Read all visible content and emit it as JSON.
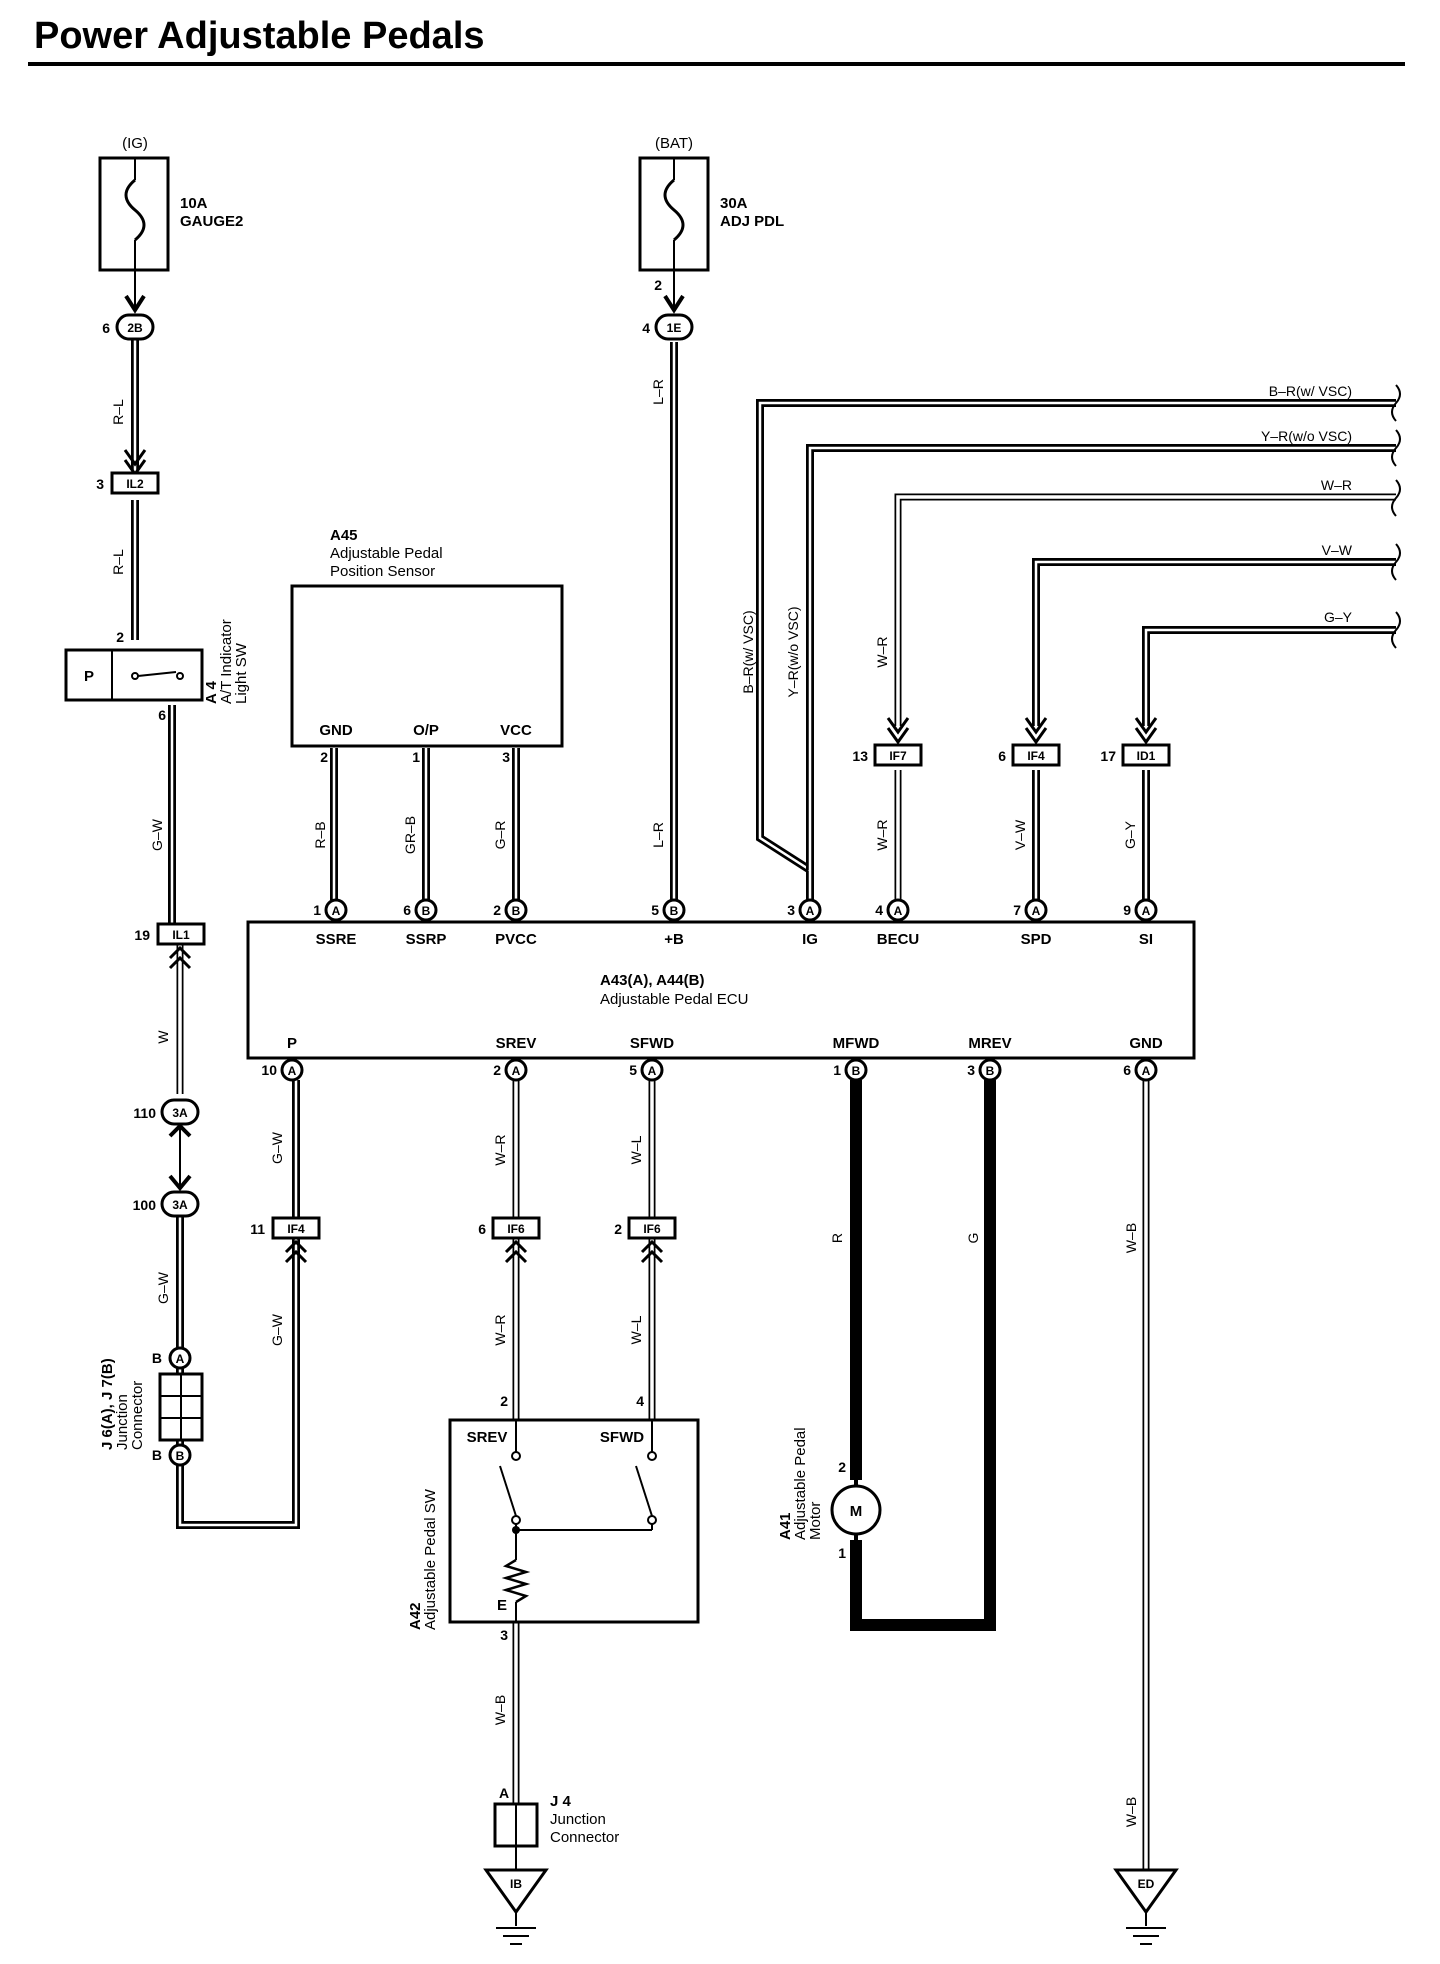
{
  "title": "Power Adjustable Pedals",
  "sources": {
    "ig": {
      "label": "(IG)",
      "rating": "10A",
      "name": "GAUGE2"
    },
    "bat": {
      "label": "(BAT)",
      "rating": "30A",
      "name": "ADJ PDL"
    }
  },
  "fuse_pins": {
    "ig_out": "6",
    "bat_top": "2",
    "bat_out": "4"
  },
  "connectors": {
    "c2b": "2B",
    "c1e": "1E",
    "c3a": "3A",
    "il2": "IL2",
    "il1": "IL1",
    "if4": "IF4",
    "if6": "IF6",
    "if7": "IF7",
    "id1": "ID1"
  },
  "right_wires": [
    {
      "label": "B–R(w/ VSC)"
    },
    {
      "label": "Y–R(w/o VSC)"
    },
    {
      "label": "W–R"
    },
    {
      "label": "V–W"
    },
    {
      "label": "G–Y"
    }
  ],
  "components": {
    "a45": {
      "ref": "A45",
      "name_line1": "Adjustable Pedal",
      "name_line2": "Position Sensor",
      "pins": [
        "GND",
        "O/P",
        "VCC"
      ]
    },
    "a4": {
      "ref": "A 4",
      "name_line1": "A/T Indicator",
      "name_line2": "Light SW",
      "switch_label": "P"
    },
    "ecu": {
      "ref": "A43(A), A44(B)",
      "name": "Adjustable Pedal ECU",
      "top_pins": [
        "SSRE",
        "SSRP",
        "PVCC",
        "+B",
        "IG",
        "BECU",
        "SPD",
        "SI"
      ],
      "bottom_pins": [
        "P",
        "SREV",
        "SFWD",
        "MFWD",
        "MREV",
        "GND"
      ]
    },
    "j6j7": {
      "ref": "J 6(A), J 7(B)",
      "name_line1": "Junction",
      "name_line2": "Connector"
    },
    "a42": {
      "ref": "A42",
      "name": "Adjustable Pedal SW",
      "sw1": "SREV",
      "sw2": "SFWD",
      "ground": "E"
    },
    "a41": {
      "ref": "A41",
      "name_line1": "Adjustable Pedal",
      "name_line2": "Motor",
      "symbol": "M"
    },
    "j4": {
      "ref": "J 4",
      "name_line1": "Junction",
      "name_line2": "Connector"
    }
  },
  "grounds": {
    "ib": "IB",
    "ed": "ED"
  },
  "wire_colors": {
    "rl": "R–L",
    "gw": "G–W",
    "w": "W",
    "rb": "R–B",
    "grb": "GR–B",
    "gr": "G–R",
    "lr": "L–R",
    "brw": "B–R(w/ VSC)",
    "yrwo": "Y–R(w/o VSC)",
    "wr": "W–R",
    "vw": "V–W",
    "gy": "G–Y",
    "wl": "W–L",
    "r": "R",
    "g": "G",
    "wb": "W–B"
  },
  "pins": {
    "p2": "2",
    "p3": "3",
    "p6": "6",
    "p1": "1",
    "p4": "4",
    "p5": "5",
    "p7": "7",
    "p9": "9",
    "p10": "10",
    "p11": "11",
    "p13": "13",
    "p17": "17",
    "p19": "19",
    "p100": "100",
    "p110": "110",
    "a": "A",
    "b": "B"
  }
}
